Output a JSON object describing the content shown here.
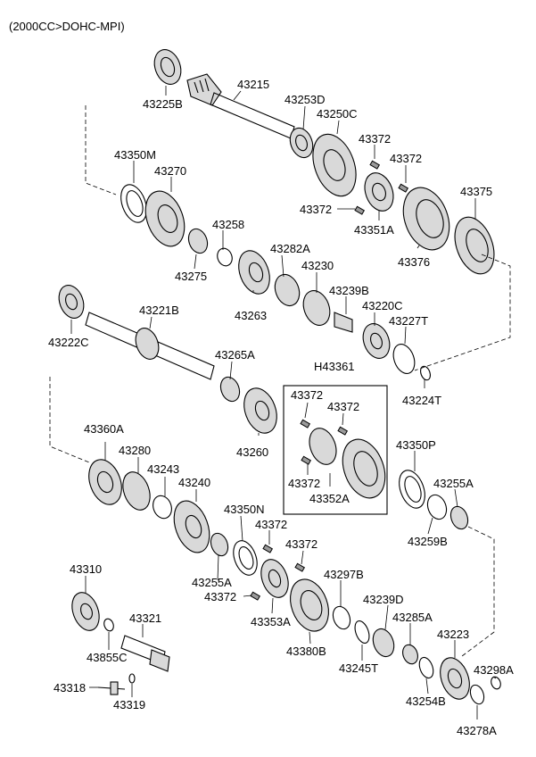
{
  "title": "(2000CC>DOHC-MPI)",
  "parts": [
    {
      "id": "p01",
      "label": "43225B"
    },
    {
      "id": "p02",
      "label": "43215"
    },
    {
      "id": "p03",
      "label": "43253D"
    },
    {
      "id": "p04",
      "label": "43250C"
    },
    {
      "id": "p05",
      "label": "43372"
    },
    {
      "id": "p06",
      "label": "43372"
    },
    {
      "id": "p07",
      "label": "43350M"
    },
    {
      "id": "p08",
      "label": "43270"
    },
    {
      "id": "p09",
      "label": "43375"
    },
    {
      "id": "p10",
      "label": "43372"
    },
    {
      "id": "p11",
      "label": "43351A"
    },
    {
      "id": "p12",
      "label": "43258"
    },
    {
      "id": "p13",
      "label": "43376"
    },
    {
      "id": "p14",
      "label": "43275"
    },
    {
      "id": "p15",
      "label": "43282A"
    },
    {
      "id": "p16",
      "label": "43230"
    },
    {
      "id": "p17",
      "label": "43239B"
    },
    {
      "id": "p18",
      "label": "43263"
    },
    {
      "id": "p19",
      "label": "43221B"
    },
    {
      "id": "p20",
      "label": "43220C"
    },
    {
      "id": "p21",
      "label": "43227T"
    },
    {
      "id": "p22",
      "label": "43222C"
    },
    {
      "id": "p23",
      "label": "43265A"
    },
    {
      "id": "p24",
      "label": "H43361"
    },
    {
      "id": "p25",
      "label": "43224T"
    },
    {
      "id": "p26",
      "label": "43372"
    },
    {
      "id": "p27",
      "label": "43372"
    },
    {
      "id": "p28",
      "label": "43360A"
    },
    {
      "id": "p29",
      "label": "43260"
    },
    {
      "id": "p30",
      "label": "43280"
    },
    {
      "id": "p31",
      "label": "43350P"
    },
    {
      "id": "p32",
      "label": "43243"
    },
    {
      "id": "p33",
      "label": "43240"
    },
    {
      "id": "p34",
      "label": "43372"
    },
    {
      "id": "p35",
      "label": "43352A"
    },
    {
      "id": "p36",
      "label": "43255A"
    },
    {
      "id": "p37",
      "label": "43350N"
    },
    {
      "id": "p38",
      "label": "43259B"
    },
    {
      "id": "p39",
      "label": "43372"
    },
    {
      "id": "p40",
      "label": "43372"
    },
    {
      "id": "p41",
      "label": "43255A"
    },
    {
      "id": "p42",
      "label": "43310"
    },
    {
      "id": "p43",
      "label": "43297B"
    },
    {
      "id": "p44",
      "label": "43372"
    },
    {
      "id": "p45",
      "label": "43353A"
    },
    {
      "id": "p46",
      "label": "43239D"
    },
    {
      "id": "p47",
      "label": "43321"
    },
    {
      "id": "p48",
      "label": "43285A"
    },
    {
      "id": "p49",
      "label": "43855C"
    },
    {
      "id": "p50",
      "label": "43380B"
    },
    {
      "id": "p51",
      "label": "43223"
    },
    {
      "id": "p52",
      "label": "43245T"
    },
    {
      "id": "p53",
      "label": "43298A"
    },
    {
      "id": "p54",
      "label": "43318"
    },
    {
      "id": "p55",
      "label": "43254B"
    },
    {
      "id": "p56",
      "label": "43319"
    },
    {
      "id": "p57",
      "label": "43278A"
    }
  ]
}
